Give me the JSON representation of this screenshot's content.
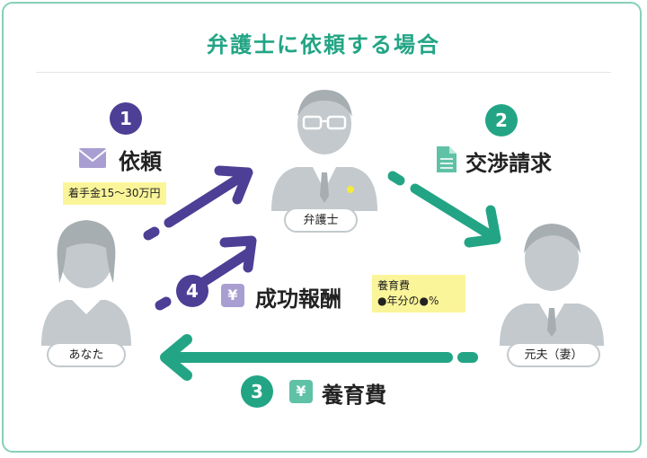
{
  "title": "弁護士に依頼する場合",
  "people": {
    "lawyer": "弁護士",
    "you": "あなた",
    "ex_husband": "元夫（妻）"
  },
  "steps": [
    {
      "number": "1",
      "label": "依頼",
      "icon": "envelope-icon",
      "note": "着手金15～30万円"
    },
    {
      "number": "2",
      "label": "交渉請求",
      "icon": "document-icon"
    },
    {
      "number": "3",
      "label": "養育費",
      "icon": "yen-icon",
      "icon_glyph": "¥"
    },
    {
      "number": "4",
      "label": "成功報酬",
      "icon": "yen-icon",
      "icon_glyph": "¥",
      "note_lines": [
        "養育費",
        "●年分の●%"
      ]
    }
  ],
  "colors": {
    "purple": "#4c3f95",
    "green": "#23a585",
    "person": "#c3c9cc",
    "highlight": "#fbf59a"
  }
}
